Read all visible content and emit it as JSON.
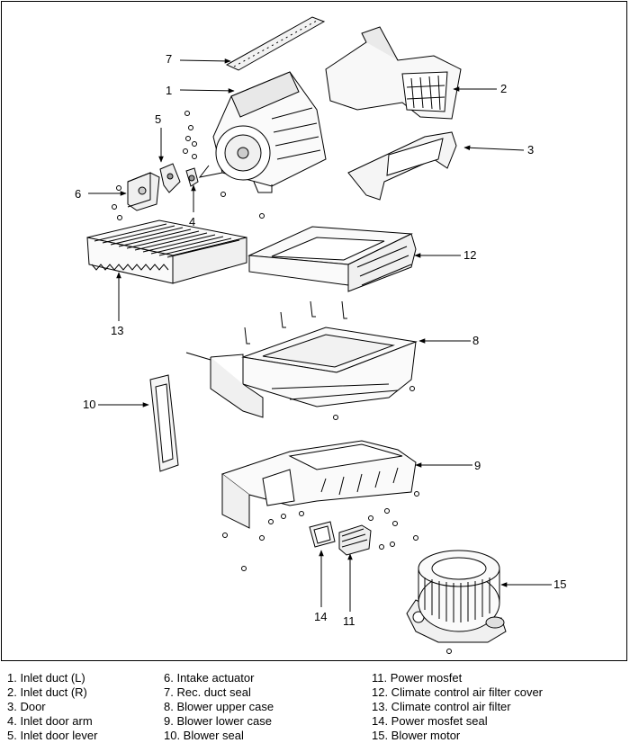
{
  "callouts": {
    "c1": "1",
    "c2": "2",
    "c3": "3",
    "c4": "4",
    "c5": "5",
    "c6": "6",
    "c7": "7",
    "c8": "8",
    "c9": "9",
    "c10": "10",
    "c11": "11",
    "c12": "12",
    "c13": "13",
    "c14": "14",
    "c15": "15"
  },
  "legend": {
    "col1": [
      "1. Inlet duct (L)",
      "2. Inlet duct (R)",
      "3. Door",
      "4. Inlet door arm",
      "5. Inlet door lever"
    ],
    "col2": [
      "6. Intake actuator",
      "7. Rec. duct seal",
      "8. Blower upper case",
      "9. Blower lower case",
      "10. Blower seal"
    ],
    "col3": [
      "11. Power mosfet",
      "12. Climate control air filter cover",
      "13. Climate control air filter",
      "14. Power mosfet seal",
      "15. Blower motor"
    ]
  }
}
